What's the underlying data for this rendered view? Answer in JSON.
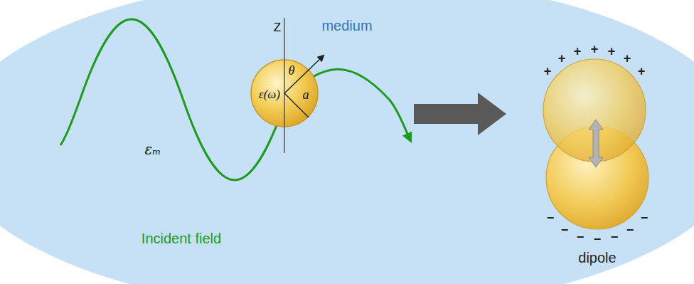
{
  "diagram": {
    "nodes": [
      {
        "text": [
          "medium"
        ]
      },
      {
        "text": [
          "ε(ω)"
        ],
        "in": 0
      },
      {
        "text": [
          "dipole"
        ],
        "in": 0
      }
    ],
    "labels": [
      "Z",
      "θ",
      "a",
      "εₘ",
      "Incident field",
      "+",
      "+",
      "+",
      "+",
      "+",
      "+",
      "+",
      "−",
      "−",
      "−",
      "−",
      "−",
      "−",
      "−"
    ]
  }
}
